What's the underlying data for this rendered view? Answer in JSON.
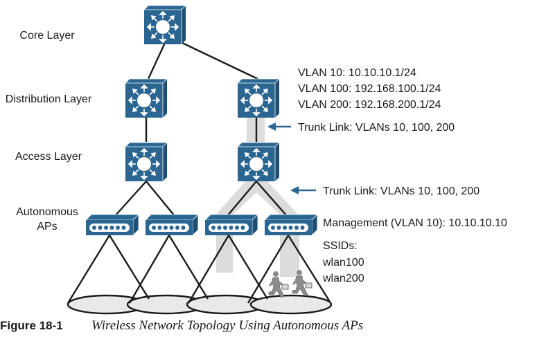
{
  "layers": {
    "core": "Core Layer",
    "distribution": "Distribution Layer",
    "access": "Access Layer",
    "aps_line1": "Autonomous",
    "aps_line2": "APs"
  },
  "annotations": {
    "vlan10": "VLAN 10: 10.10.10.1/24",
    "vlan100": "VLAN 100: 192.168.100.1/24",
    "vlan200": "VLAN 200: 192.168.200.1/24",
    "trunk1": "Trunk Link: VLANs 10, 100, 200",
    "trunk2": "Trunk Link: VLANs 10, 100, 200",
    "management": "Management (VLAN 10): 10.10.10.10",
    "ssids_label": "SSIDs:",
    "ssid1": "wlan100",
    "ssid2": "wlan200"
  },
  "caption": {
    "number": "Figure 18-1",
    "title": "Wireless Network Topology Using Autonomous APs"
  },
  "colors": {
    "device_blue": "#2a6691",
    "device_dark": "#1d4f74",
    "trunk_band": "#dcdcdc",
    "line": "#1a1a1a",
    "arrow": "#2a6691",
    "coverage_fill": "#e9e9e9",
    "user_gray": "#8c8c8c"
  }
}
